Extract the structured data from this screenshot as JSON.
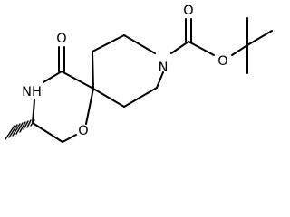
{
  "molecule": {
    "atoms": {
      "n_piperidine": "N",
      "o_carbonyl_top": "O",
      "o_ester": "O",
      "o_lactam": "O",
      "nh_lactam": "NH",
      "o_ring": "O"
    },
    "stereo": {
      "c3_methyl": "hashed-wedge"
    }
  }
}
